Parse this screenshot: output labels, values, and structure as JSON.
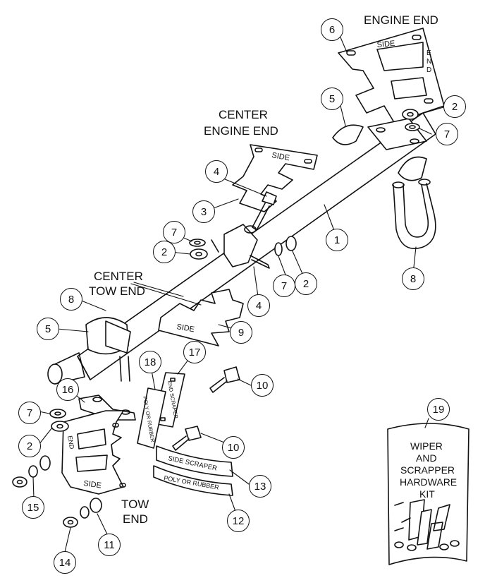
{
  "labels": {
    "engine_end": "ENGINE END",
    "center_engine_end_1": "CENTER",
    "center_engine_end_2": "ENGINE END",
    "center_tow_end_1": "CENTER",
    "center_tow_end_2": "TOW END",
    "tow_end_1": "TOW",
    "tow_end_2": "END"
  },
  "part_text": {
    "side": "SIDE",
    "end": "END",
    "end_letters": [
      "E",
      "N",
      "D"
    ],
    "side_scraper": "SIDE SCRAPER",
    "poly_or_rubber": "POLY OR RUBBER",
    "end_scraper": "END SCRAPER",
    "poly_or_rubber_short": "POLY OR RUBBER"
  },
  "kit": {
    "line1": "WIPER",
    "line2": "AND",
    "line3": "SCRAPPER",
    "line4": "HARDWARE",
    "line5": "KIT"
  },
  "callouts": [
    "6",
    "2",
    "7",
    "5",
    "8",
    "1",
    "4",
    "3",
    "7",
    "2",
    "7",
    "2",
    "4",
    "9",
    "8",
    "5",
    "10",
    "17",
    "18",
    "16",
    "7",
    "2",
    "10",
    "13",
    "12",
    "15",
    "11",
    "14",
    "19"
  ]
}
